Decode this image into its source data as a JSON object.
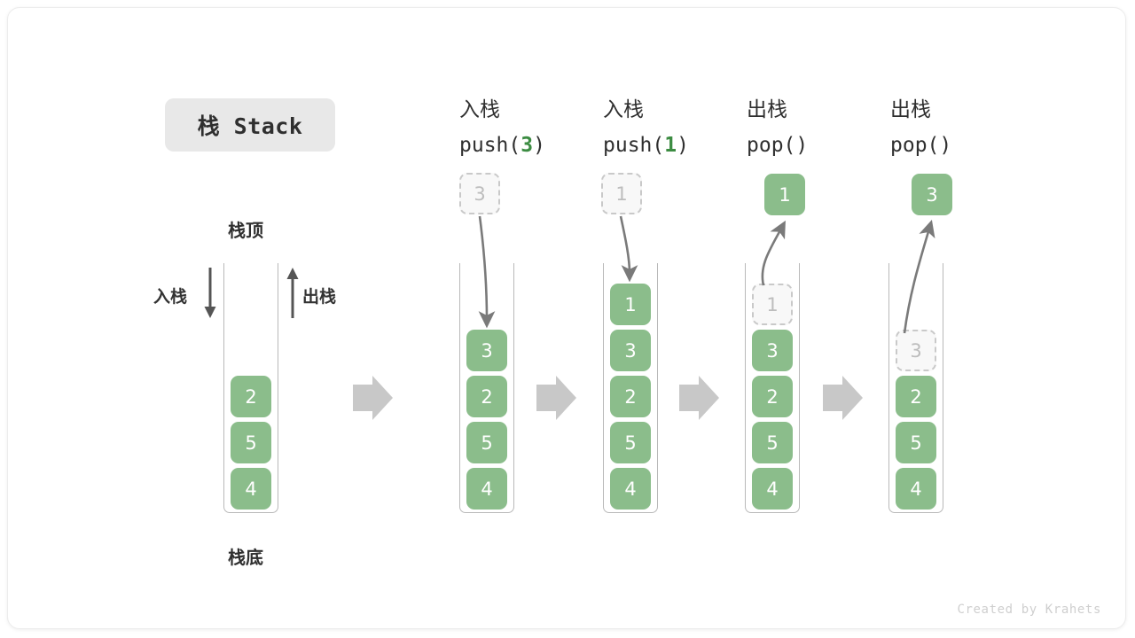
{
  "title_badge": {
    "text": "栈 Stack"
  },
  "footer": {
    "text": "Created by Krahets"
  },
  "annotations": {
    "top_label": "栈顶",
    "bottom_label": "栈底",
    "push_arrow_label": "入栈",
    "pop_arrow_label": "出栈"
  },
  "colors": {
    "cell_fill": "#8bbd8b",
    "cell_text": "#ffffff",
    "ghost_fill": "#f8f8f8",
    "ghost_border": "#c9c9c9",
    "ghost_text": "#bdbdbd",
    "arrow_gray": "#c8c8c8",
    "line_gray": "#7a7a7a",
    "accent_green": "#3c8c42",
    "badge_bg": "#e8e8e8",
    "text_dark": "#2f2f2f"
  },
  "stages": [
    {
      "id": "initial",
      "header_cn": "",
      "header_code": "",
      "header_code_arg": "",
      "stack": [
        "2",
        "5",
        "4"
      ],
      "ghost_in_stack": null,
      "floating_cell": null,
      "floating_cell_state": null
    },
    {
      "id": "push-3",
      "header_cn": "入栈",
      "header_code_prefix": "push(",
      "header_code_arg": "3",
      "header_code_suffix": ")",
      "stack": [
        "3",
        "2",
        "5",
        "4"
      ],
      "ghost_in_stack": null,
      "floating_cell": "3",
      "floating_cell_state": "ghost"
    },
    {
      "id": "push-1",
      "header_cn": "入栈",
      "header_code_prefix": "push(",
      "header_code_arg": "1",
      "header_code_suffix": ")",
      "stack": [
        "1",
        "3",
        "2",
        "5",
        "4"
      ],
      "ghost_in_stack": null,
      "floating_cell": "1",
      "floating_cell_state": "ghost"
    },
    {
      "id": "pop-1",
      "header_cn": "出栈",
      "header_code_prefix": "pop(",
      "header_code_arg": "",
      "header_code_suffix": ")",
      "stack": [
        "3",
        "2",
        "5",
        "4"
      ],
      "ghost_in_stack": "1",
      "floating_cell": "1",
      "floating_cell_state": "solid"
    },
    {
      "id": "pop-3",
      "header_cn": "出栈",
      "header_code_prefix": "pop(",
      "header_code_arg": "",
      "header_code_suffix": ")",
      "stack": [
        "2",
        "5",
        "4"
      ],
      "ghost_in_stack": "3",
      "floating_cell": "3",
      "floating_cell_state": "solid"
    }
  ],
  "flow_arrows": 4
}
